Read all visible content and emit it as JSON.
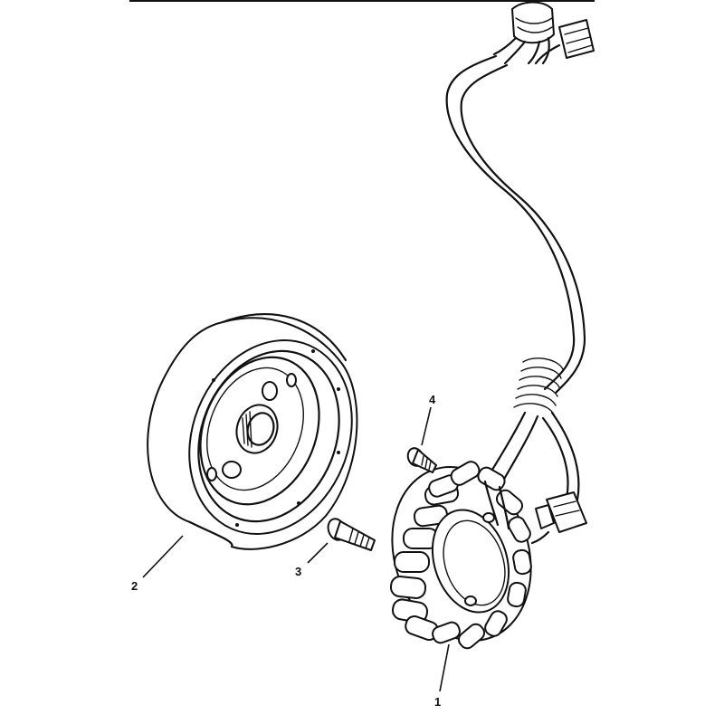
{
  "callouts": [
    {
      "id": "stator",
      "label": "1"
    },
    {
      "id": "rotor",
      "label": "2"
    },
    {
      "id": "bolt-large",
      "label": "3"
    },
    {
      "id": "bolt-small",
      "label": "4"
    }
  ]
}
